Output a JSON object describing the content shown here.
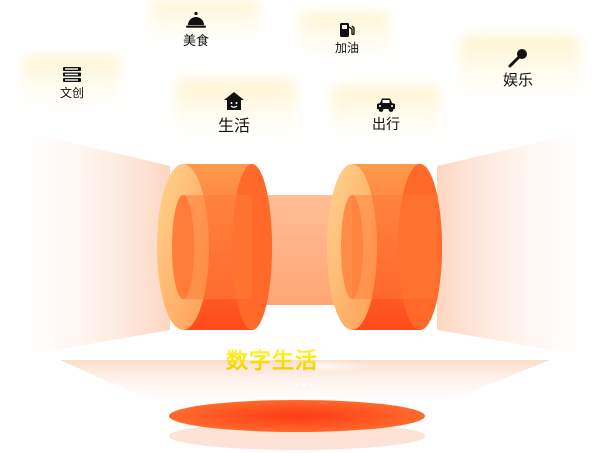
{
  "categories": [
    {
      "id": "food",
      "label": "美食",
      "icon": "cloche-icon"
    },
    {
      "id": "fuel",
      "label": "加油",
      "icon": "fuel-pump-icon"
    },
    {
      "id": "entertainment",
      "label": "娱乐",
      "icon": "microphone-icon"
    },
    {
      "id": "culture",
      "label": "文创",
      "icon": "book-stack-icon"
    },
    {
      "id": "life",
      "label": "生活",
      "icon": "house-icon"
    },
    {
      "id": "travel",
      "label": "出行",
      "icon": "car-icon"
    }
  ],
  "headline": "数字生活",
  "carousel": {
    "dot_count": 3
  },
  "colors": {
    "accent": "#ff5a1f",
    "accent_light": "#ffb07a",
    "headline": "#ffea00",
    "glow": "#fde6d8",
    "text": "#111111"
  }
}
